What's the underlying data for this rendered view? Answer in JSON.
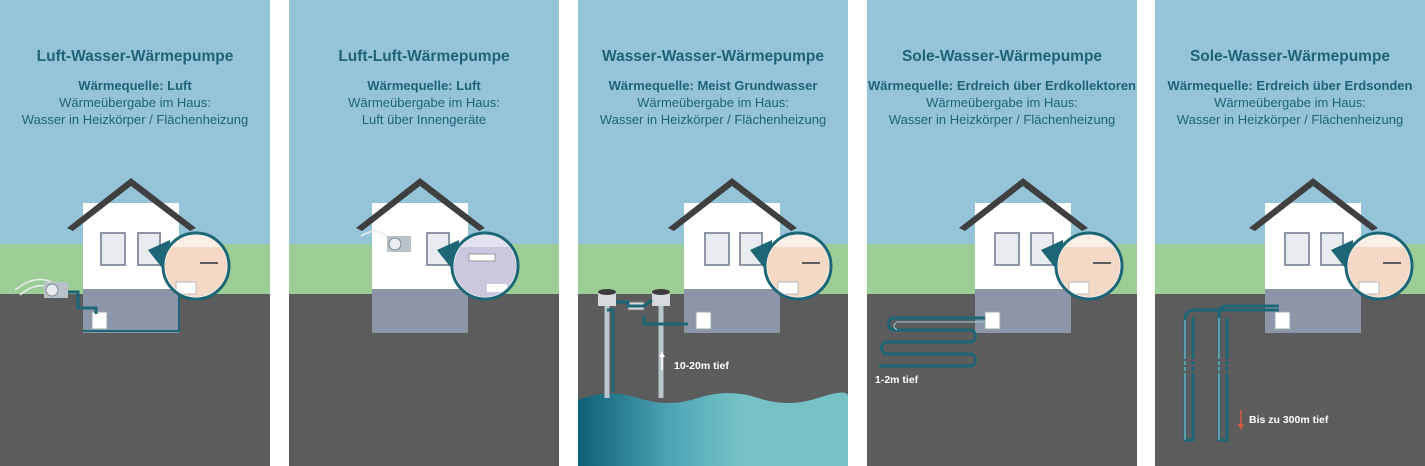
{
  "colors": {
    "sky": "#95c4d9",
    "grass": "#9dcd97",
    "ground": "#5c5c5c",
    "title_text": "#1f6374",
    "pipe": "#1d6675",
    "groundwater_light": "#76c2c6",
    "groundwater_dark": "#0f5f76",
    "arrow_red": "#d35a45"
  },
  "panels": [
    {
      "title": "Luft-Wasser-Wärmepumpe",
      "source": "Wärmequelle: Luft",
      "transfer_label": "Wärmeübergabe im Haus:",
      "transfer": "Wasser in Heizkörper / Flächenheizung"
    },
    {
      "title": "Luft-Luft-Wärmepumpe",
      "source": "Wärmequelle: Luft",
      "transfer_label": "Wärmeübergabe im Haus:",
      "transfer": "Luft über Innengeräte"
    },
    {
      "title": "Wasser-Wasser-Wärmepumpe",
      "source": "Wärmequelle: Meist Grundwasser",
      "transfer_label": "Wärmeübergabe im Haus:",
      "transfer": "Wasser in Heizkörper / Flächenheizung",
      "depth": "10-20m tief"
    },
    {
      "title": "Sole-Wasser-Wärmepumpe",
      "source": "Wärmequelle: Erdreich über Erdkollektoren",
      "transfer_label": "Wärmeübergabe im Haus:",
      "transfer": "Wasser in Heizkörper / Flächenheizung",
      "depth": "1-2m tief"
    },
    {
      "title": "Sole-Wasser-Wärmepumpe",
      "source": "Wärmequelle: Erdreich über Erdsonden",
      "transfer_label": "Wärmeübergabe im Haus:",
      "transfer": "Wasser in Heizkörper / Flächenheizung",
      "depth": "Bis zu 300m tief"
    }
  ]
}
